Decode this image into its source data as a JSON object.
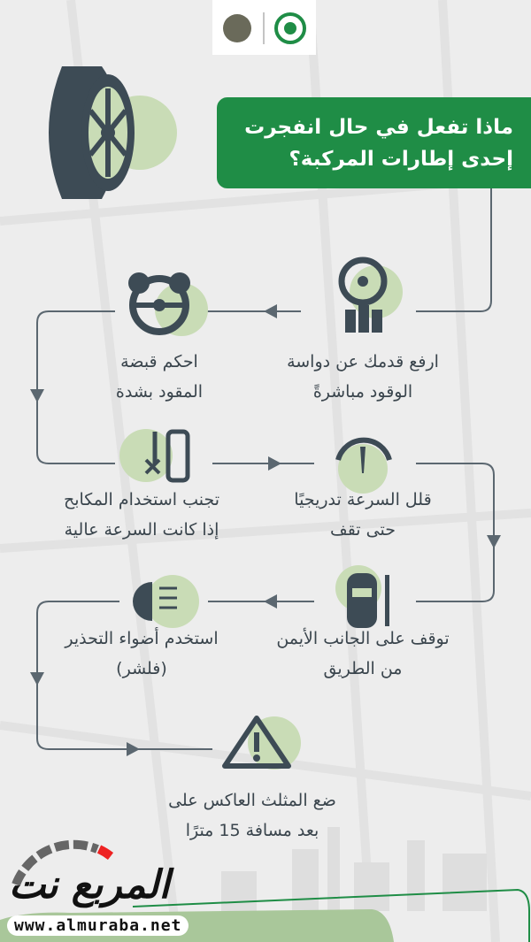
{
  "header": {
    "title_line1": "ماذا تفعل في حال انفجرت",
    "title_line2": "إحدى إطارات المركبة؟",
    "logos": [
      "general-directorate-of-traffic",
      "ministry-of-interior"
    ]
  },
  "steps": [
    {
      "icon": "steering-pedals-icon",
      "line1": "ارفع قدمك عن دواسة",
      "line2": "الوقود مباشرةً"
    },
    {
      "icon": "hands-on-wheel-icon",
      "line1": "احكم قبضة",
      "line2": "المقود بشدة"
    },
    {
      "icon": "brake-icon",
      "line1": "تجنب استخدام المكابح",
      "line2": "إذا كانت السرعة عالية"
    },
    {
      "icon": "speedometer-icon",
      "line1": "قلل السرعة تدريجيًا",
      "line2": "حتى تقف"
    },
    {
      "icon": "car-roadside-icon",
      "line1": "توقف على الجانب الأيمن",
      "line2": "من الطريق"
    },
    {
      "icon": "hazard-lights-icon",
      "line1": "استخدم أضواء التحذير",
      "line2": "(فلشر)"
    },
    {
      "icon": "warning-triangle-icon",
      "line1": "ضع المثلث العاكس على",
      "line2": "بعد مسافة 15 مترًا"
    }
  ],
  "watermark": {
    "brand": "المربع نت",
    "url": "www.almuraba.net"
  },
  "colors": {
    "green": "#1f8d46",
    "icon": "#3d4b55",
    "circle": "#c9dcb6",
    "line": "#5b6770"
  }
}
